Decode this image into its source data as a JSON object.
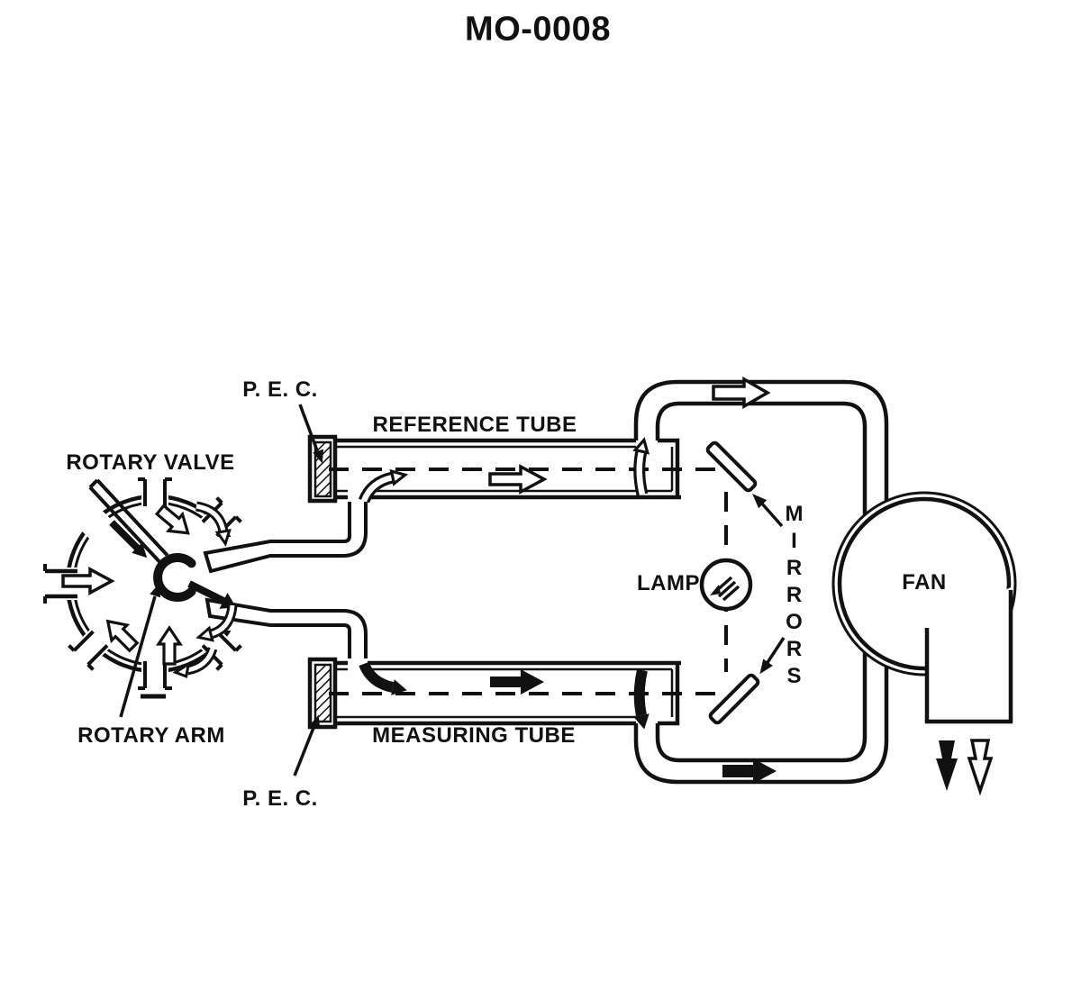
{
  "title": "MO-0008",
  "diagram": {
    "labels": {
      "pec_top": "P. E. C.",
      "reference_tube": "REFERENCE TUBE",
      "rotary_valve": "ROTARY VALVE",
      "rotary_arm": "ROTARY ARM",
      "measuring_tube": "MEASURING TUBE",
      "pec_bottom": "P. E. C.",
      "lamp": "LAMP",
      "mirrors": "MIRRORS",
      "fan": "FAN"
    },
    "colors": {
      "line": "#111111",
      "background": "#ffffff"
    }
  }
}
